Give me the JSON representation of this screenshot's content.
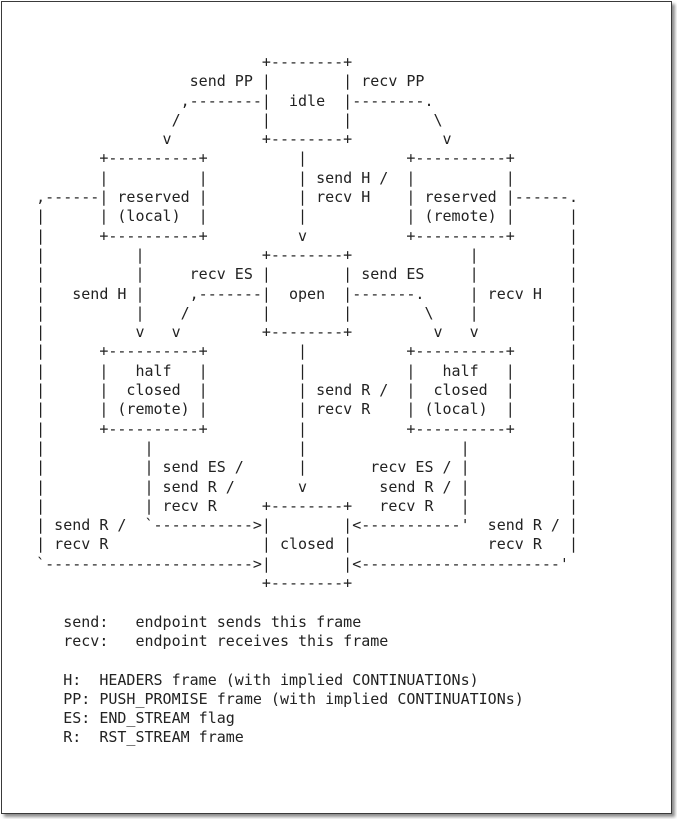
{
  "diagram": {
    "lines": [
      "                             +--------+",
      "                     send PP |        | recv PP",
      "                    ,--------|  idle  |--------.",
      "                   /         |        |         \\",
      "                  v          +--------+          v",
      "           +----------+          |           +----------+",
      "           |          |          | send H /  |          |",
      "    ,------| reserved |          | recv H    | reserved |------.",
      "    |      | (local)  |          |           | (remote) |      |",
      "    |      +----------+          v           +----------+      |",
      "    |          |             +--------+             |          |",
      "    |          |     recv ES |        | send ES     |          |",
      "    |   send H |     ,-------|  open  |-------.     | recv H   |",
      "    |          |    /        |        |        \\    |          |",
      "    |          v   v         +--------+         v   v          |",
      "    |      +----------+          |           +----------+      |",
      "    |      |   half   |          |           |   half   |      |",
      "    |      |  closed  |          | send R /  |  closed  |      |",
      "    |      | (remote) |          | recv R    | (local)  |      |",
      "    |      +----------+          |           +----------+      |",
      "    |           |                |                 |           |",
      "    |           | send ES /      |       recv ES / |           |",
      "    |           | send R /       v        send R / |           |",
      "    |           | recv R     +--------+   recv R   |           |",
      "    | send R /  `----------->|        |<-----------'  send R / |",
      "    | recv R                 | closed |               recv R   |",
      "    `----------------------->|        |<----------------------'",
      "                             +--------+",
      "",
      "       send:   endpoint sends this frame",
      "       recv:   endpoint receives this frame",
      "",
      "       H:  HEADERS frame (with implied CONTINUATIONs)",
      "       PP: PUSH_PROMISE frame (with implied CONTINUATIONs)",
      "       ES: END_STREAM flag",
      "       R:  RST_STREAM frame"
    ]
  }
}
